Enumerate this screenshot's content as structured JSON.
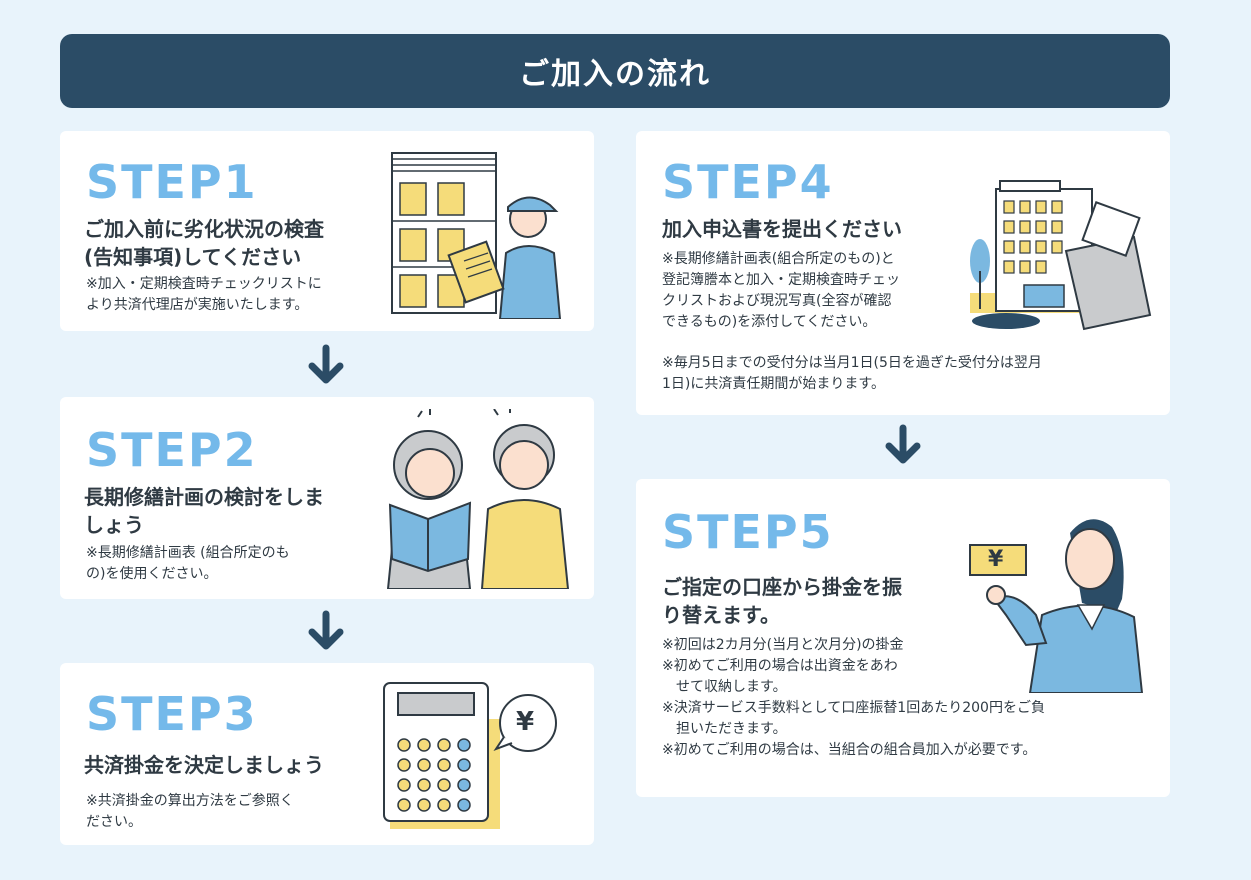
{
  "header": {
    "title": "ご加入の流れ"
  },
  "steps": {
    "s1": {
      "label": "STEP1",
      "title_l1": "ご加入前に劣化状況の検査",
      "title_l2": "(告知事項)してください",
      "note_l1": "※加入・定期検査時チェックリストに",
      "note_l2": "より共済代理店が実施いたします。"
    },
    "s2": {
      "label": "STEP2",
      "title_l1": "長期修繕計画の検討をしま",
      "title_l2": "しょう",
      "note_l1": "※長期修繕計画表 (組合所定のも",
      "note_l2": "の)を使用ください。"
    },
    "s3": {
      "label": "STEP3",
      "title_l1": "共済掛金を決定しましょう",
      "note_l1": "※共済掛金の算出方法をご参照く",
      "note_l2": "ださい。"
    },
    "s4": {
      "label": "STEP4",
      "title_l1": "加入申込書を提出ください",
      "note1_l1": "※長期修繕計画表(組合所定のもの)と",
      "note1_l2": "登記簿謄本と加入・定期検査時チェッ",
      "note1_l3": "クリストおよび現況写真(全容が確認",
      "note1_l4": "できるもの)を添付してください。",
      "note2_l1": "※毎月5日までの受付分は当月1日(5日を過ぎた受付分は翌月",
      "note2_l2": "1日)に共済責任期間が始まります。"
    },
    "s5": {
      "label": "STEP5",
      "title_l1": "ご指定の口座から掛金を振",
      "title_l2": "り替えます。",
      "note1": "※初回は2カ月分(当月と次月分)の掛金",
      "note2_l1": "※初めてご利用の場合は出資金をあわ",
      "note2_l2": "せて収納します。",
      "note3_l1": "※決済サービス手数料として口座振替1回あたり200円をご負",
      "note3_l2": "担いただきます。",
      "note4": "※初めてご利用の場合は、当組合の組合員加入が必要です。"
    }
  },
  "icons": {
    "yen_bubble": "¥",
    "yen_bill": "¥"
  },
  "colors": {
    "header_bg": "#2b4c66",
    "step_label": "#74b9ea",
    "page_bg": "#e8f3fb",
    "arrow": "#2b4c66"
  }
}
